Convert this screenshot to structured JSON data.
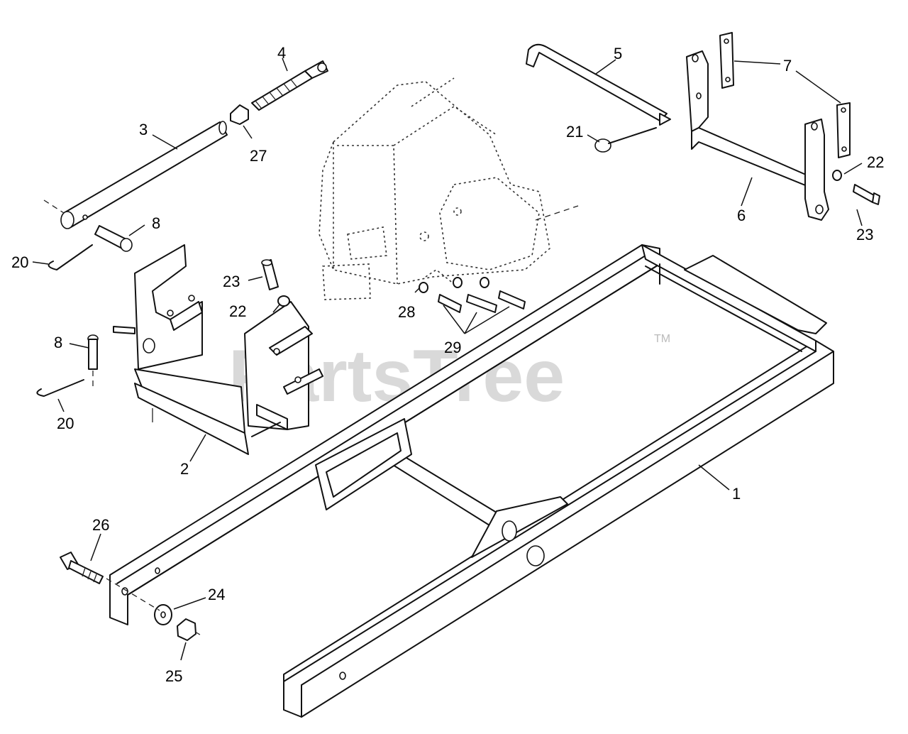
{
  "watermark": {
    "text": "PartsTree",
    "trademark": "TM"
  },
  "callouts": [
    {
      "id": "c1",
      "label": "1"
    },
    {
      "id": "c2",
      "label": "2"
    },
    {
      "id": "c3",
      "label": "3"
    },
    {
      "id": "c4",
      "label": "4"
    },
    {
      "id": "c5",
      "label": "5"
    },
    {
      "id": "c6",
      "label": "6"
    },
    {
      "id": "c7",
      "label": "7"
    },
    {
      "id": "c8a",
      "label": "8"
    },
    {
      "id": "c8b",
      "label": "8"
    },
    {
      "id": "c20a",
      "label": "20"
    },
    {
      "id": "c20b",
      "label": "20"
    },
    {
      "id": "c21",
      "label": "21"
    },
    {
      "id": "c22a",
      "label": "22"
    },
    {
      "id": "c22b",
      "label": "22"
    },
    {
      "id": "c23a",
      "label": "23"
    },
    {
      "id": "c23b",
      "label": "23"
    },
    {
      "id": "c24",
      "label": "24"
    },
    {
      "id": "c25",
      "label": "25"
    },
    {
      "id": "c26",
      "label": "26"
    },
    {
      "id": "c27",
      "label": "27"
    },
    {
      "id": "c28",
      "label": "28"
    },
    {
      "id": "c29",
      "label": "29"
    }
  ]
}
